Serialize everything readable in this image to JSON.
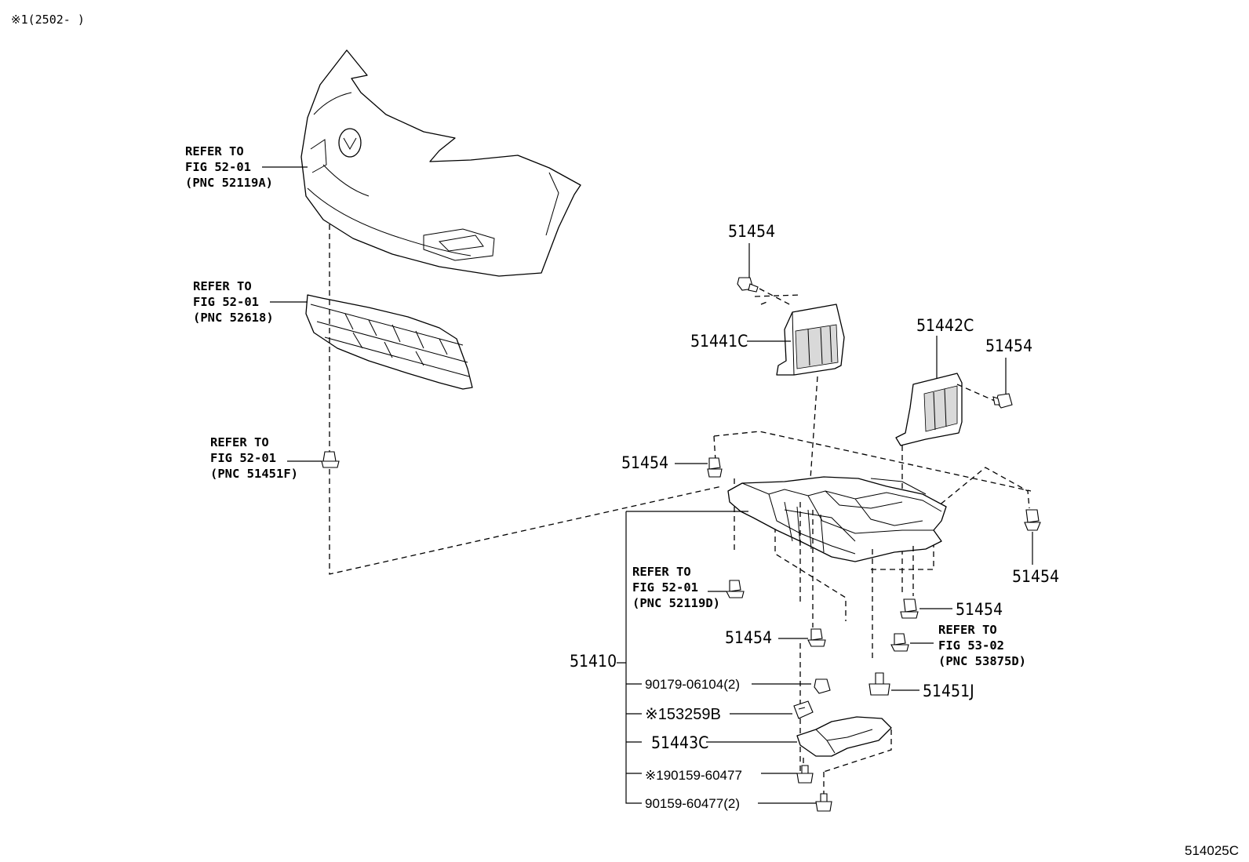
{
  "header": {
    "note": "※1(2502-      )"
  },
  "footer": {
    "figure_code": "514025C"
  },
  "refs": {
    "bumper_cover": {
      "line1": "REFER TO",
      "line2": "FIG 52-01",
      "line3": "(PNC 52119A)"
    },
    "grille": {
      "line1": "REFER TO",
      "line2": "FIG 52-01",
      "line3": "(PNC 52618)"
    },
    "clip_51451F": {
      "line1": "REFER TO",
      "line2": "FIG 52-01",
      "line3": "(PNC 51451F)"
    },
    "clip_52119D": {
      "line1": "REFER TO",
      "line2": "FIG 52-01",
      "line3": "(PNC 52119D)"
    },
    "clip_53875D": {
      "line1": "REFER TO",
      "line2": "FIG 53-02",
      "line3": "(PNC 53875D)"
    }
  },
  "parts": {
    "p51454_top": "51454",
    "p51441C": "51441C",
    "p51442C": "51442C",
    "p51454_right_top": "51454",
    "p51454_left": "51454",
    "p51454_right": "51454",
    "p51454_mid_right": "51454",
    "p51454_center": "51454",
    "p51410": "51410",
    "p51451J": "51451J",
    "p90179": "90179-06104(2)",
    "p53259B": "※153259B",
    "p51443C": "51443C",
    "p90159_marked": "※190159-60477",
    "p90159": "90159-60477(2)"
  }
}
